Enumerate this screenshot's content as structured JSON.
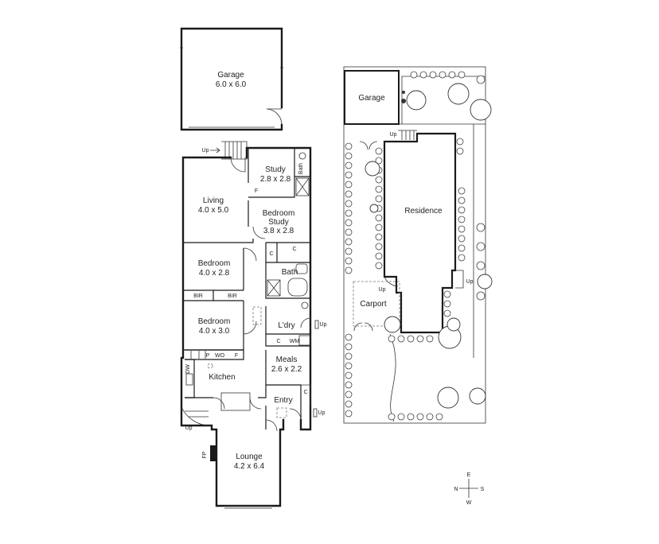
{
  "floor_plan": {
    "garage": {
      "name": "Garage",
      "size": "6.0 x 6.0"
    },
    "study": {
      "name": "Study",
      "size": "2.8 x 2.8"
    },
    "living": {
      "name": "Living",
      "size": "4.0 x 5.0"
    },
    "bedroom_study": {
      "name": "Bedroom\nStudy",
      "line1": "Bedroom",
      "line2": "Study",
      "size": "3.8 x 2.8"
    },
    "bedroom1": {
      "name": "Bedroom",
      "size": "4.0 x 2.8"
    },
    "bedroom2": {
      "name": "Bedroom",
      "size": "4.0 x 3.0"
    },
    "meals": {
      "name": "Meals",
      "size": "2.6 x 2.2"
    },
    "lounge": {
      "name": "Lounge",
      "size": "4.2 x 6.4"
    },
    "labels": {
      "bath": "Bath",
      "bath_small": "Bath",
      "laundry": "L'dry",
      "kitchen": "Kitchen",
      "entry": "Entry",
      "bir": "BIR",
      "c": "C",
      "f": "F",
      "p": "P",
      "wo": "WO",
      "wm": "WM",
      "dw": "DW",
      "fp": "FP",
      "up": "Up"
    }
  },
  "site_plan": {
    "garage": "Garage",
    "residence": "Residence",
    "carport": "Carport",
    "up": "Up"
  },
  "compass": {
    "n": "N",
    "e": "E",
    "s": "S",
    "w": "W"
  }
}
